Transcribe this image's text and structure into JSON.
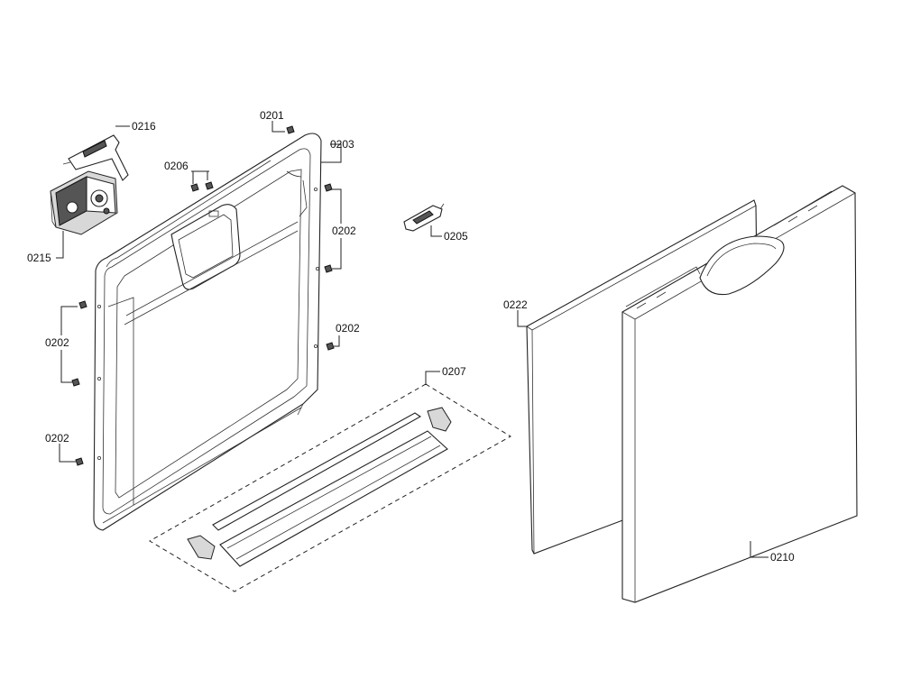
{
  "callouts": {
    "c0201": "0201",
    "c0203": "0203",
    "c0206": "0206",
    "c0216": "0216",
    "c0215": "0215",
    "c0202_right_top": "0202",
    "c0202_right_mid": "0202",
    "c0202_left_top": "0202",
    "c0202_left_bottom": "0202",
    "c0205": "0205",
    "c0207": "0207",
    "c0222": "0222",
    "c0210": "0210"
  }
}
